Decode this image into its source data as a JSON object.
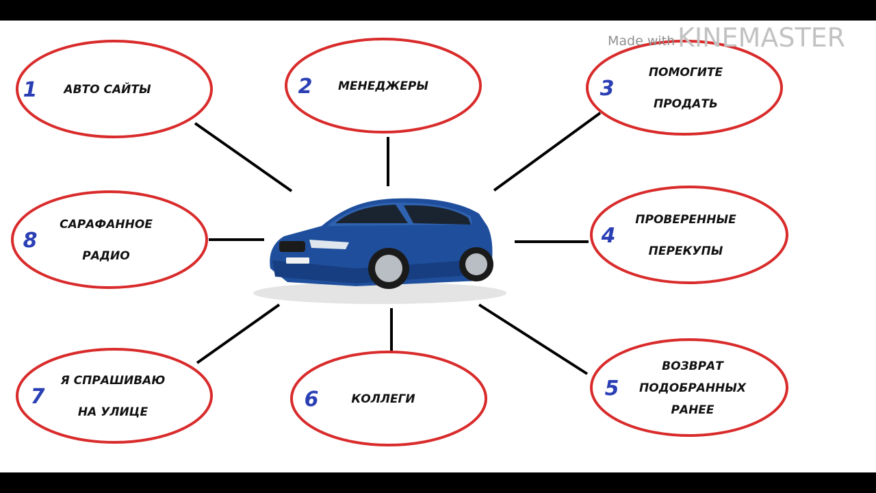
{
  "watermark": {
    "prefix": "Made with",
    "brand": "KINEMASTER"
  },
  "colors": {
    "oval_stroke": "#d92b2b",
    "number": "#2b3fb5",
    "label": "#111111",
    "connector": "#000000",
    "car_body": "#1f4f9c"
  },
  "center": {
    "name": "car"
  },
  "nodes": [
    {
      "number": "1",
      "lines": [
        "АВТО САЙТЫ"
      ]
    },
    {
      "number": "2",
      "lines": [
        "МЕНЕДЖЕРЫ"
      ]
    },
    {
      "number": "3",
      "lines": [
        "ПОМОГИТЕ",
        "ПРОДАТЬ"
      ]
    },
    {
      "number": "4",
      "lines": [
        "ПРОВЕРЕННЫЕ",
        "ПЕРЕКУПЫ"
      ]
    },
    {
      "number": "5",
      "lines": [
        "ВОЗВРАТ",
        "ПОДОБРАННЫХ",
        "РАНЕЕ"
      ]
    },
    {
      "number": "6",
      "lines": [
        "КОЛЛЕГИ"
      ]
    },
    {
      "number": "7",
      "lines": [
        "Я СПРАШИВАЮ",
        "НА УЛИЦЕ"
      ]
    },
    {
      "number": "8",
      "lines": [
        "САРАФАННОЕ",
        "РАДИО"
      ]
    }
  ]
}
